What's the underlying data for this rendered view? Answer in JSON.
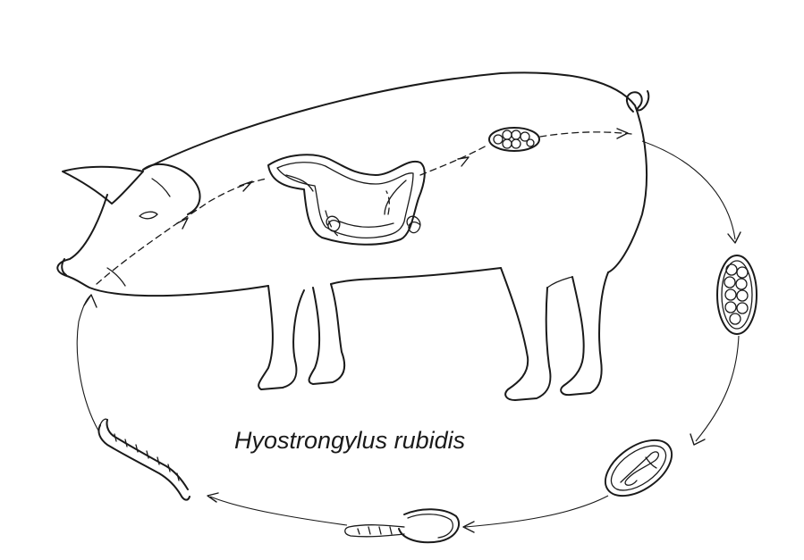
{
  "title": "Hyostrongylus rubidis",
  "colors": {
    "ink": "#1a1a1a",
    "paper": "#ffffff"
  },
  "life_cycle_stages": [
    {
      "name": "adult-worms-in-stomach"
    },
    {
      "name": "egg-in-intestine"
    },
    {
      "name": "egg-in-feces"
    },
    {
      "name": "egg-with-embryo"
    },
    {
      "name": "hatching-larva"
    },
    {
      "name": "infective-larva"
    }
  ]
}
